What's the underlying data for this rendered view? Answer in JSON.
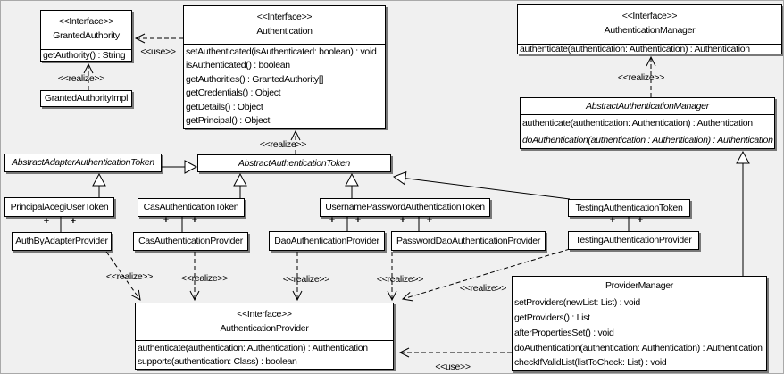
{
  "diagram": {
    "background": "#f0f0f0",
    "box_fill": "#ffffff",
    "line_color": "#000000",
    "type": "uml-class-diagram"
  },
  "classes": {
    "granted_authority": {
      "stereotype": "<<Interface>>",
      "name": "GrantedAuthority",
      "methods": [
        "getAuthority() : String"
      ]
    },
    "granted_authority_impl": {
      "name": "GrantedAuthorityImpl"
    },
    "authentication": {
      "stereotype": "<<Interface>>",
      "name": "Authentication",
      "methods": [
        "setAuthenticated(isAuthenticated: boolean) : void",
        "isAuthenticated() : boolean",
        "getAuthorities() : GrantedAuthority[]",
        "getCredentials() : Object",
        "getDetails() : Object",
        "getPrincipal() : Object"
      ]
    },
    "authentication_manager": {
      "stereotype": "<<Interface>>",
      "name": "AuthenticationManager",
      "methods": [
        "authenticate(authentication: Authentication) : Authentication"
      ]
    },
    "abstract_authentication_manager": {
      "name": "AbstractAuthenticationManager",
      "abstract": true,
      "methods": [
        "authenticate(authentication: Authentication) : Authentication",
        "doAuthentication(authentication : Authentication) : Authentication"
      ]
    },
    "abstract_adapter_authentication_token": {
      "name": "AbstractAdapterAuthenticationToken",
      "abstract": true
    },
    "abstract_authentication_token": {
      "name": "AbstractAuthenticationToken",
      "abstract": true
    },
    "principal_acegi_user_token": {
      "name": "PrincipalAcegiUserToken"
    },
    "cas_authentication_token": {
      "name": "CasAuthenticationToken"
    },
    "username_password_authentication_token": {
      "name": "UsernamePasswordAuthenticationToken"
    },
    "testing_authentication_token": {
      "name": "TestingAuthenticationToken"
    },
    "auth_by_adapter_provider": {
      "name": "AuthByAdapterProvider"
    },
    "cas_authentication_provider": {
      "name": "CasAuthenticationProvider"
    },
    "dao_authentication_provider": {
      "name": "DaoAuthenticationProvider"
    },
    "password_dao_authentication_provider": {
      "name": "PasswordDaoAuthenticationProvider"
    },
    "testing_authentication_provider": {
      "name": "TestingAuthenticationProvider"
    },
    "authentication_provider": {
      "stereotype": "<<Interface>>",
      "name": "AuthenticationProvider",
      "methods": [
        "authenticate(authentication: Authentication) : Authentication",
        "supports(authentication: Class) : boolean"
      ]
    },
    "provider_manager": {
      "name": "ProviderManager",
      "methods": [
        "setProviders(newList: List) : void",
        "getProviders() : List",
        "afterPropertiesSet() : void",
        "doAuthentication(authentication: Authentication) : Authentication",
        "checkIfValidList(listToCheck: List) : void"
      ]
    }
  },
  "edge_labels": {
    "use_granted_authority": "<<use>>",
    "realize_granted_authority_impl": "<<realize>>",
    "realize_abstract_authentication_token": "<<realize>>",
    "realize_abstract_authentication_manager": "<<realize>>",
    "realize_auth_by_adapter_provider": "<<realize>>",
    "realize_cas_authentication_provider": "<<realize>>",
    "realize_dao_authentication_provider": "<<realize>>",
    "realize_password_dao_authentication_provider": "<<realize>>",
    "realize_testing_authentication_provider": "<<realize>>",
    "use_authentication_provider": "<<use>>"
  },
  "association_end_plus": "+"
}
